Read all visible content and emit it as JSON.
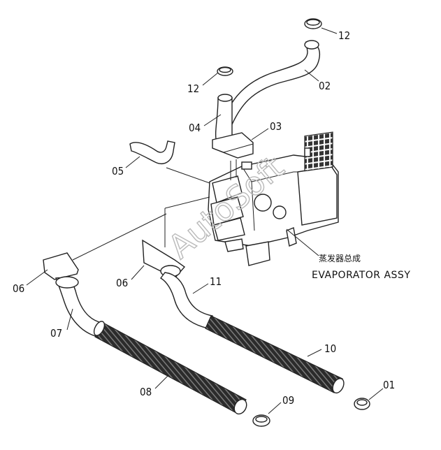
{
  "watermark": "AutoSoft",
  "assembly": {
    "chinese_label": "蒸发器总成",
    "english_label": "EVAPORATOR ASSY"
  },
  "part_labels": [
    {
      "id": "12a",
      "text": "12"
    },
    {
      "id": "02",
      "text": "02"
    },
    {
      "id": "12b",
      "text": "12"
    },
    {
      "id": "04",
      "text": "04"
    },
    {
      "id": "03",
      "text": "03"
    },
    {
      "id": "05",
      "text": "05"
    },
    {
      "id": "06a",
      "text": "06"
    },
    {
      "id": "06b",
      "text": "06"
    },
    {
      "id": "11",
      "text": "11"
    },
    {
      "id": "07",
      "text": "07"
    },
    {
      "id": "10",
      "text": "10"
    },
    {
      "id": "08",
      "text": "08"
    },
    {
      "id": "09",
      "text": "09"
    },
    {
      "id": "01",
      "text": "01"
    }
  ]
}
